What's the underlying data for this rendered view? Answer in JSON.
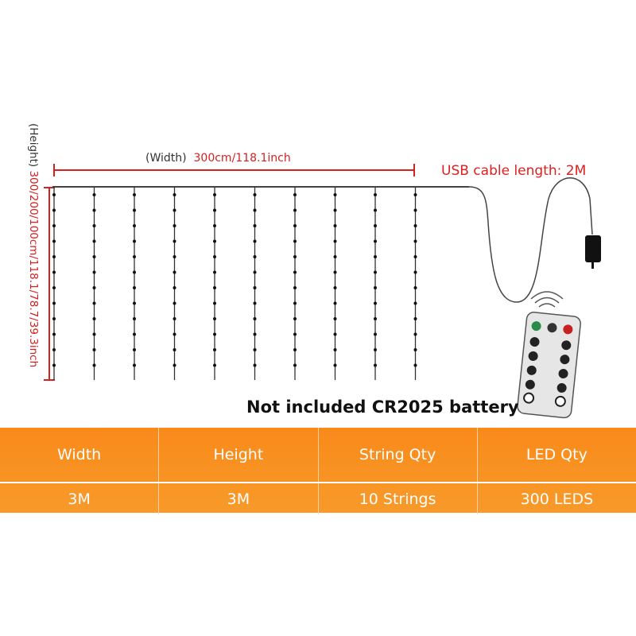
{
  "height_label": {
    "prefix": "(Height)",
    "value": "300/200/100cm/118.1/78.7/39.3inch"
  },
  "width_label": {
    "prefix": "(Width)",
    "value": "300cm/118.1inch"
  },
  "usb_label": "USB cable length: 2M",
  "battery_note": "Not included CR2025 battery",
  "spec_table": {
    "headers": [
      "Width",
      "Height",
      "String Qty",
      "LED Qty"
    ],
    "values": [
      "3M",
      "3M",
      "10 Strings",
      "300 LEDS"
    ]
  },
  "colors": {
    "accent_red": "#d42020",
    "table_orange": "#f98a1a"
  }
}
